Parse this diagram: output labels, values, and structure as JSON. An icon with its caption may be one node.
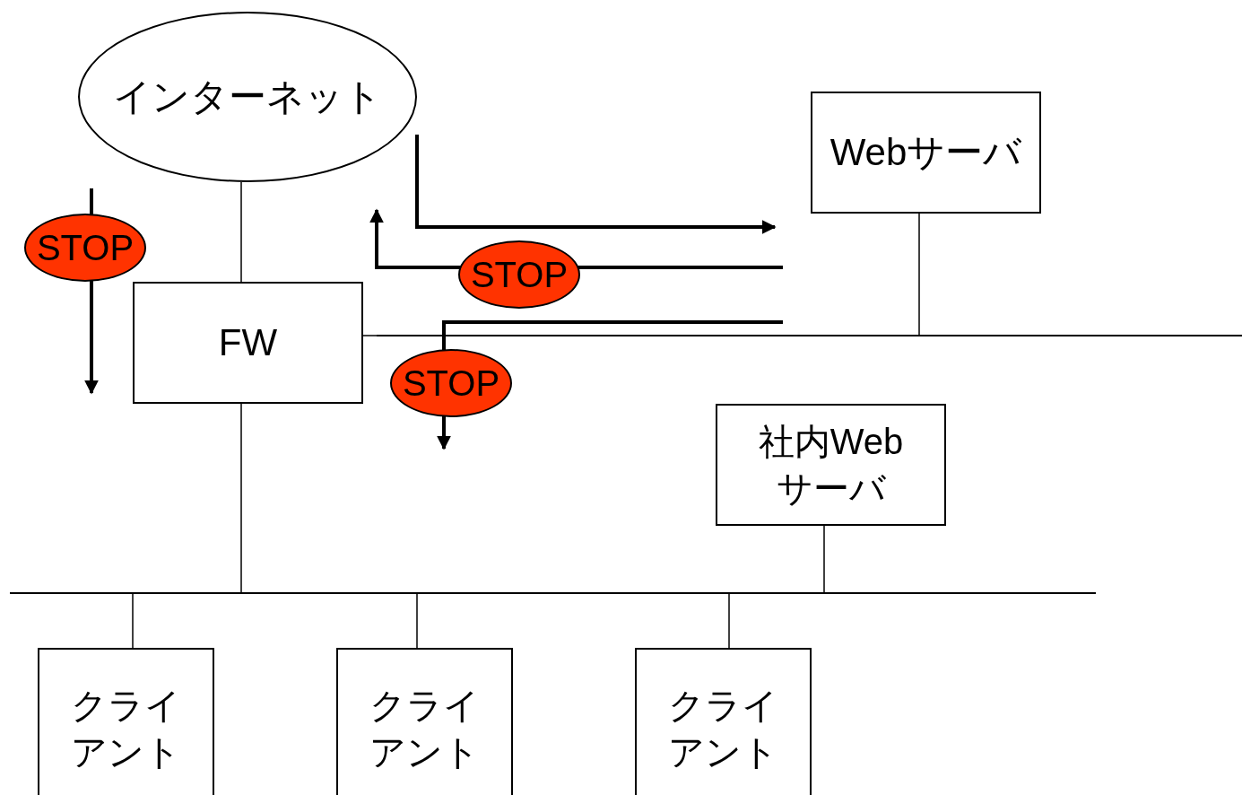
{
  "diagram": {
    "nodes": [
      {
        "text": [
          "インターネット"
        ]
      },
      {
        "text": [
          "Webサーバ"
        ]
      },
      {
        "text": [
          "FW"
        ]
      },
      {
        "text": [
          "STOP"
        ]
      },
      {
        "text": [
          "STOP"
        ]
      },
      {
        "text": [
          "STOP"
        ]
      },
      {
        "text": [
          "社内Webサーバ"
        ]
      },
      {
        "text": [
          "クライアント"
        ]
      },
      {
        "text": [
          "クライアント"
        ]
      },
      {
        "text": [
          "クライアント"
        ]
      },
      {
        "text": [],
        "shape": "bar"
      },
      {
        "text": [],
        "shape": "bar"
      }
    ],
    "edges": [
      {
        "from": 0,
        "to": 2,
        "arrow": "none"
      },
      {
        "from": 2,
        "to": 10,
        "arrow": "none"
      },
      {
        "from": 1,
        "to": 10,
        "arrow": "none"
      },
      {
        "from": 2,
        "to": 11,
        "arrow": "none"
      },
      {
        "from": 6,
        "to": 11,
        "arrow": "none"
      },
      {
        "from": 11,
        "to": 7,
        "arrow": "none"
      },
      {
        "from": 11,
        "to": 8,
        "arrow": "none"
      },
      {
        "from": 11,
        "to": 9,
        "arrow": "none"
      }
    ]
  }
}
